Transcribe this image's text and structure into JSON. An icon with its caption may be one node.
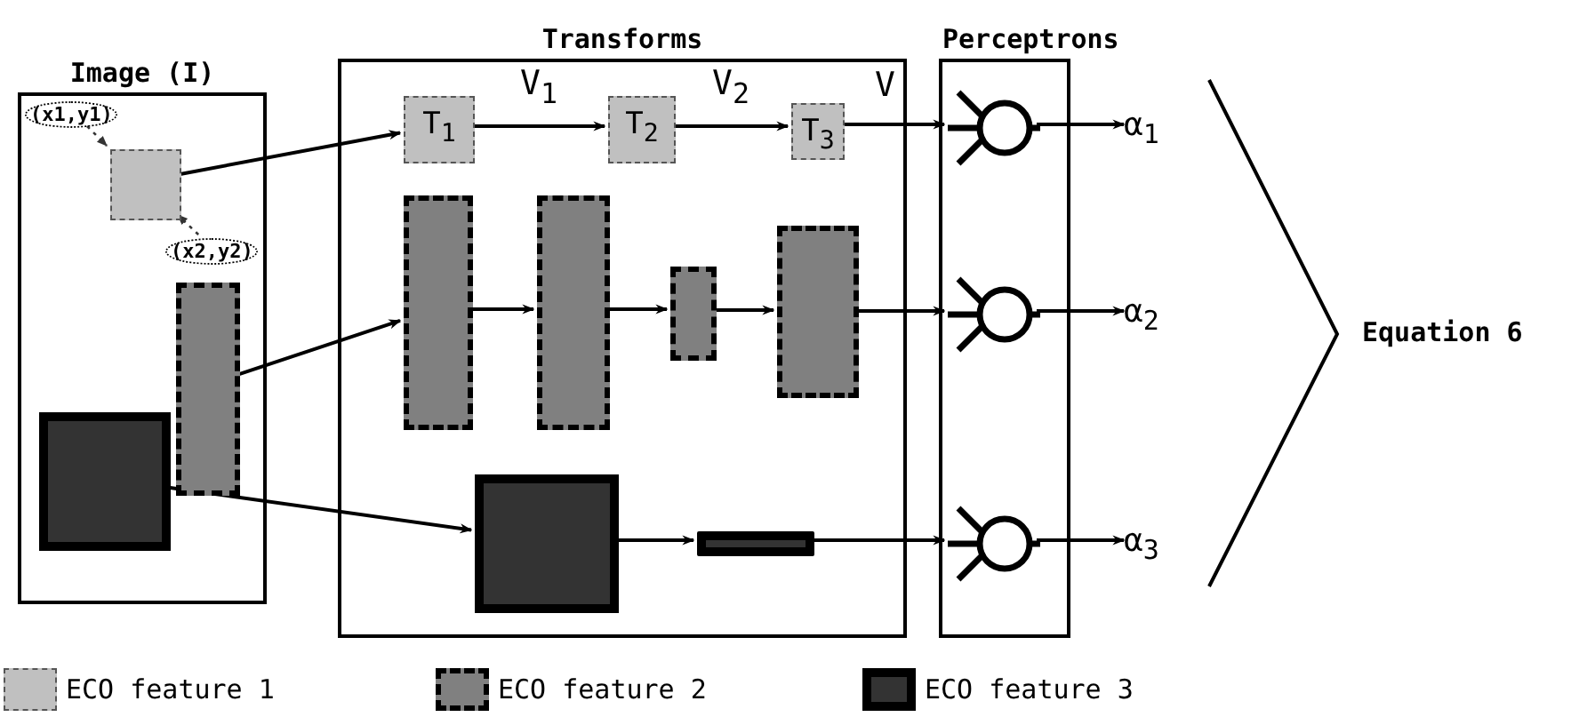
{
  "diagram": {
    "nodes": [
      {
        "text": [
          "Image (I)"
        ]
      },
      {
        "text": [
          "(x1,y1)"
        ],
        "in": 0
      },
      {
        "text": [],
        "shape": "box",
        "in": 0
      },
      {
        "text": [
          "(x2,y2)"
        ],
        "in": 0
      },
      {
        "text": [],
        "shape": "box",
        "in": 0
      },
      {
        "text": [],
        "shape": "box",
        "in": 0
      },
      {
        "text": [
          "Transforms"
        ]
      },
      {
        "text": [
          "T$_{1}$"
        ],
        "in": 6
      },
      {
        "text": [
          "T$_{2}$"
        ],
        "in": 6
      },
      {
        "text": [
          "T$_{3}$"
        ],
        "in": 6
      },
      {
        "text": [],
        "shape": "box",
        "in": 6
      },
      {
        "text": [],
        "shape": "box",
        "in": 6
      },
      {
        "text": [],
        "shape": "box",
        "in": 6
      },
      {
        "text": [],
        "shape": "box",
        "in": 6
      },
      {
        "text": [],
        "shape": "box",
        "in": 6
      },
      {
        "text": [],
        "shape": "bar",
        "in": 6
      },
      {
        "text": [
          "Perceptrons"
        ]
      },
      {
        "text": [],
        "shape": "circle",
        "in": 16
      },
      {
        "text": [],
        "shape": "circle",
        "in": 16
      },
      {
        "text": [],
        "shape": "circle",
        "in": 16
      },
      {
        "text": [
          "α$_{1}$"
        ]
      },
      {
        "text": [
          "α$_{2}$"
        ]
      },
      {
        "text": [
          "α$_{3}$"
        ]
      }
    ],
    "edges": [
      {
        "from": 2,
        "to": 7,
        "arrow": "to"
      },
      {
        "from": 4,
        "to": 10,
        "arrow": "to"
      },
      {
        "from": 5,
        "to": 14,
        "arrow": "to"
      },
      {
        "from": 7,
        "to": 8,
        "arrow": "to",
        "label": "V$_{1}$"
      },
      {
        "from": 8,
        "to": 9,
        "arrow": "to",
        "label": "V$_{2}$"
      },
      {
        "from": 9,
        "to": 17,
        "arrow": "to",
        "label": "V"
      },
      {
        "from": 10,
        "to": 11,
        "arrow": "to"
      },
      {
        "from": 11,
        "to": 12,
        "arrow": "to"
      },
      {
        "from": 12,
        "to": 13,
        "arrow": "to"
      },
      {
        "from": 13,
        "to": 18,
        "arrow": "to"
      },
      {
        "from": 14,
        "to": 15,
        "arrow": "to"
      },
      {
        "from": 15,
        "to": 19,
        "arrow": "to"
      },
      {
        "from": 17,
        "to": 20,
        "arrow": "to"
      },
      {
        "from": 18,
        "to": 21,
        "arrow": "to"
      },
      {
        "from": 19,
        "to": 22,
        "arrow": "to"
      },
      {
        "from": 1,
        "to": 2,
        "arrow": "to",
        "style": "dashed"
      },
      {
        "from": 3,
        "to": 2,
        "arrow": "to",
        "style": "dashed"
      }
    ],
    "labels": [
      "Equation 6"
    ],
    "legend": [
      {
        "text": "ECO feature 1",
        "color": "#c0c0c0"
      },
      {
        "text": "ECO feature 2",
        "color": "#808080"
      },
      {
        "text": "ECO feature 3",
        "color": "#333333"
      }
    ]
  }
}
